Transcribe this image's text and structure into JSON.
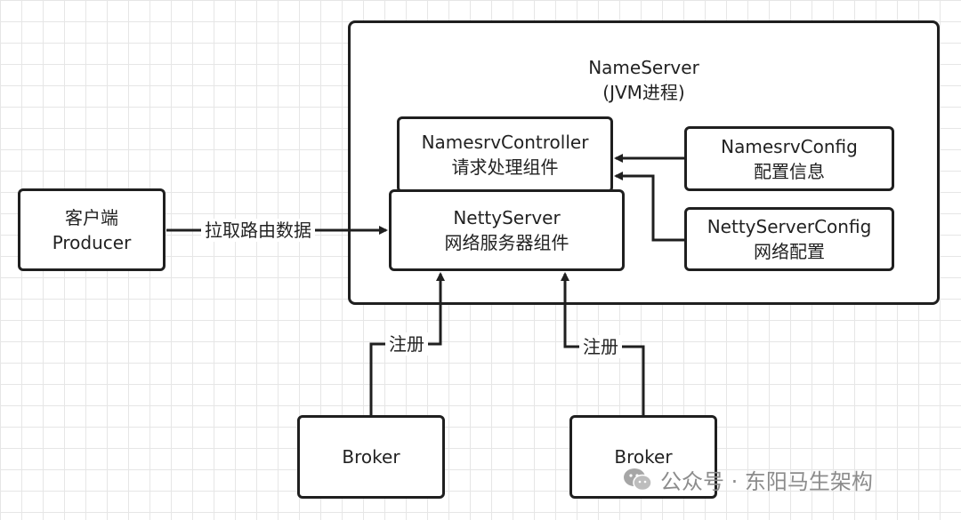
{
  "nodes": {
    "client": {
      "line1": "客户端",
      "line2": "Producer"
    },
    "nameserver": {
      "line1": "NameServer",
      "line2": "(JVM进程)"
    },
    "controller": {
      "line1": "NamesrvController",
      "line2": "请求处理组件"
    },
    "netty_server": {
      "line1": "NettyServer",
      "line2": "网络服务器组件"
    },
    "namesrv_config": {
      "line1": "NamesrvConfig",
      "line2": "配置信息"
    },
    "netty_server_config": {
      "line1": "NettyServerConfig",
      "line2": "网络配置"
    },
    "broker_left": {
      "label": "Broker"
    },
    "broker_right": {
      "label": "Broker"
    }
  },
  "edges": {
    "client_to_netty": "拉取路由数据",
    "broker_left_register": "注册",
    "broker_right_register": "注册"
  },
  "watermark": {
    "text": "公众号 · 东阳马生架构",
    "icon": "wechat-icon"
  },
  "colors": {
    "stroke": "#1f1f1f",
    "grid": "#e6e6e6",
    "watermark": "#8c8c8c"
  }
}
